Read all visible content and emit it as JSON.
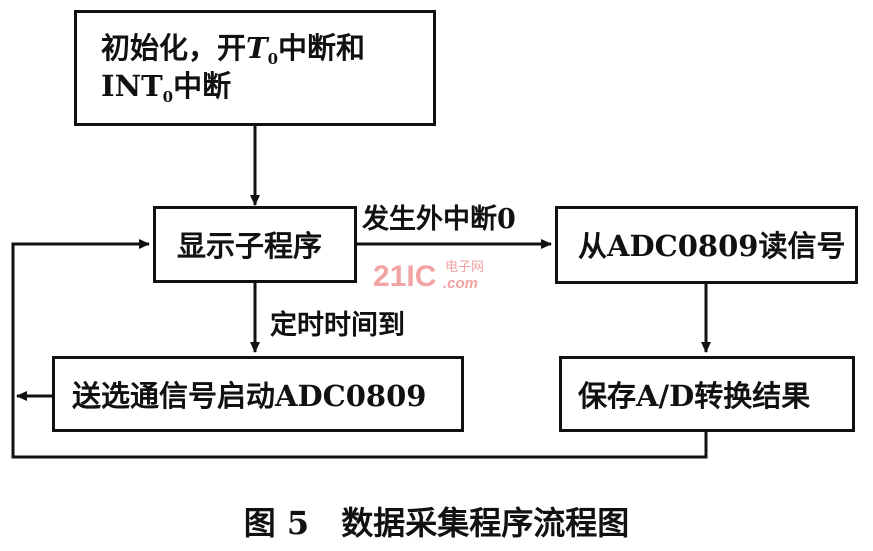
{
  "boxes": {
    "init": {
      "line1_prefix": "初始化，开",
      "line1_var": "T",
      "line1_sub": "0",
      "line1_suffix": "中断和",
      "line2_prefix": "INT",
      "line2_sub": "0",
      "line2_suffix": "中断"
    },
    "display": "显示子程序",
    "read": "从ADC0809读信号",
    "send": "送选通信号启动ADC0809",
    "save": "保存A/D转换结果"
  },
  "edge_labels": {
    "external_interrupt": "发生外中断0",
    "timer_up": "定时时间到"
  },
  "watermark": {
    "number": "21IC",
    "top": "电子网",
    "bottom": ".com"
  },
  "caption": "图 5　数据采集程序流程图"
}
